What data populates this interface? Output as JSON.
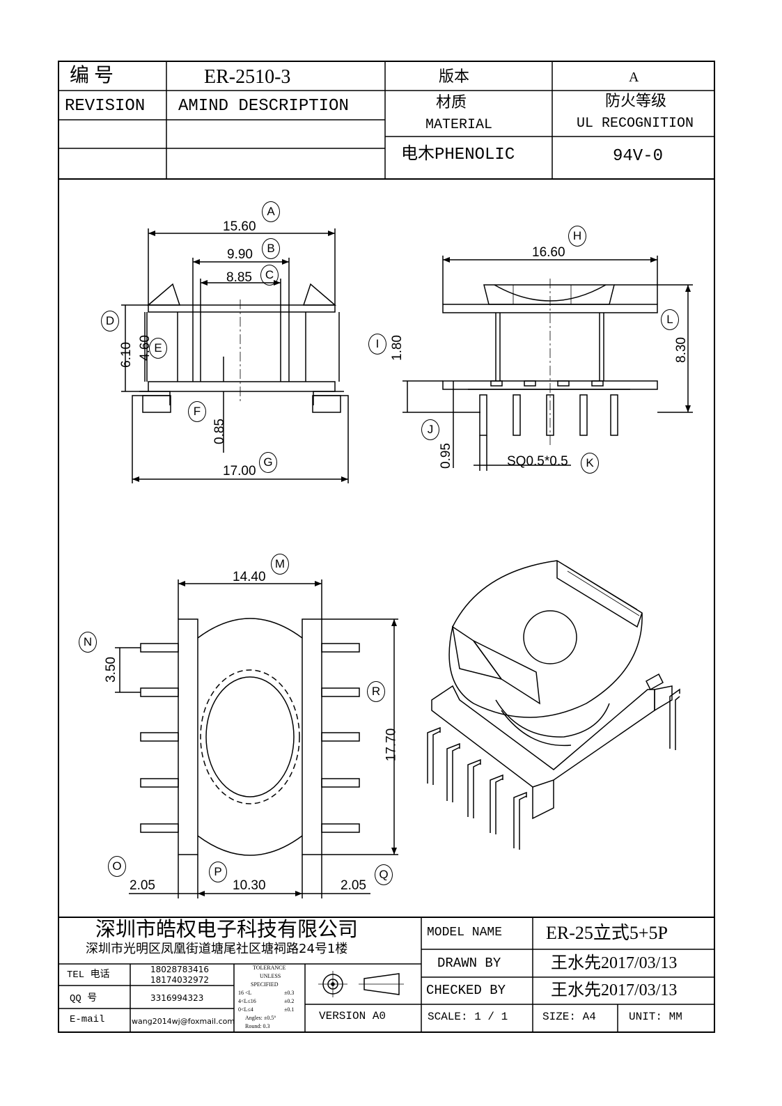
{
  "header": {
    "number_label": "编    号",
    "part_number": "ER-2510-3",
    "version_label": "版本",
    "version_value": "A",
    "revision_label": "REVISION",
    "amend_label": "AMIND DESCRIPTION",
    "material_label_cn": "材质",
    "material_label_en": "MATERIAL",
    "ul_label_cn": "防火等级",
    "ul_label_en": "UL RECOGNITION",
    "material_value": "电木PHENOLIC",
    "ul_value": "94V-0"
  },
  "dimensions": {
    "A": {
      "tag": "A",
      "value": "15.60"
    },
    "B": {
      "tag": "B",
      "value": "9.90"
    },
    "C": {
      "tag": "C",
      "value": "8.85"
    },
    "D": {
      "tag": "D",
      "value": "6.10"
    },
    "E": {
      "tag": "E",
      "value": "4.60"
    },
    "F": {
      "tag": "F",
      "value": "0.85"
    },
    "G": {
      "tag": "G",
      "value": "17.00"
    },
    "H": {
      "tag": "H",
      "value": "16.60"
    },
    "I": {
      "tag": "I",
      "value": "1.80"
    },
    "J": {
      "tag": "J",
      "value": "0.95"
    },
    "K": {
      "tag": "K",
      "value": "SQ0.5*0.5"
    },
    "L": {
      "tag": "L",
      "value": "8.30"
    },
    "M": {
      "tag": "M",
      "value": "14.40"
    },
    "N": {
      "tag": "N",
      "value": "3.50"
    },
    "O": {
      "tag": "O",
      "value": "2.05"
    },
    "P": {
      "tag": "P",
      "value": "10.30"
    },
    "Q": {
      "tag": "Q",
      "value": "2.05"
    },
    "R": {
      "tag": "R",
      "value": "17.70"
    }
  },
  "title_block": {
    "company": "深圳市皓权电子科技有限公司",
    "address": "深圳市光明区凤凰街道塘尾社区塘祠路24号1楼",
    "tel_label": "TEL 电话",
    "tel_1": "18028783416",
    "tel_2": "18174032972",
    "qq_label": "QQ   号",
    "qq_value": "3316994323",
    "email_label": "E-mail",
    "email_value": "wang2014wj@foxmail.com",
    "tolerance_title_1": "TOLERANCE",
    "tolerance_title_2": "UNLESS",
    "tolerance_title_3": "SPECIFIED",
    "tol_rows": [
      {
        "range": "16 <L",
        "value": "±0.3"
      },
      {
        "range": "4<L≤16",
        "value": "±0.2"
      },
      {
        "range": "0<L≤4",
        "value": "±0.1"
      }
    ],
    "tol_angles": "Angles: ±0.5°",
    "tol_round": "Round: 0.3",
    "version_block": "VERSION A0",
    "model_label": "MODEL NAME",
    "model_value": "ER-25立式5+5P",
    "drawn_label": "DRAWN BY",
    "drawn_value": "王水先2017/03/13",
    "checked_label": "CHECKED BY",
    "checked_value": "王水先2017/03/13",
    "scale": "SCALE:  1 / 1",
    "size": "SIZE: A4",
    "unit": "UNIT: MM"
  }
}
